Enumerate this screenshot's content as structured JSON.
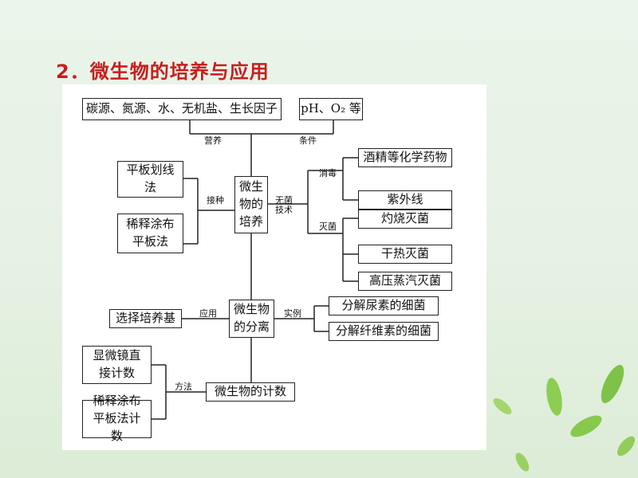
{
  "title": "2．微生物的培养与应用",
  "boxes": {
    "nutrients": "碳源、氮源、水、无机盐、生长因子",
    "conditions": "pH、O₂ 等",
    "streak": "平板划线法",
    "spread": "稀释涂布平板法",
    "culture": "微生物的培养",
    "alcohol": "酒精等化学药物",
    "uv": "紫外线",
    "burn": "灼烧灭菌",
    "dryheat": "干热灭菌",
    "autoclave": "高压蒸汽灭菌",
    "selective": "选择培养基",
    "separation": "微生物的分离",
    "urea": "分解尿素的细菌",
    "cellulose": "分解纤维素的细菌",
    "microscope": "显微镜直接计数",
    "dilution_count": "稀释涂布平板法计数",
    "counting": "微生物的计数"
  },
  "labels": {
    "nutrition": "营养",
    "condition": "条件",
    "inoculation": "接种",
    "aseptic": "无菌技术",
    "disinfection": "消毒",
    "sterilization": "灭菌",
    "application": "应用",
    "example": "实例",
    "method": "方法"
  }
}
